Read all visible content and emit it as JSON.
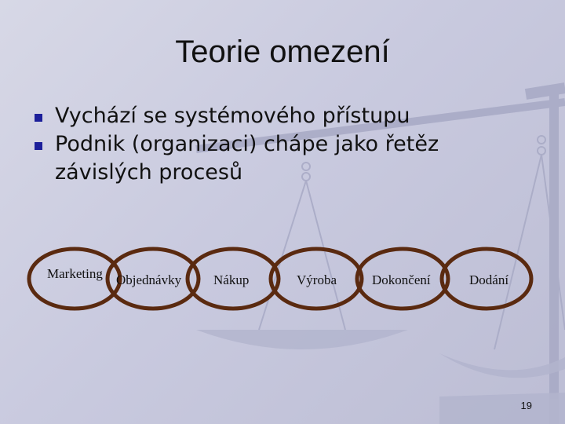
{
  "slide": {
    "title": "Teorie omezení",
    "bullets": [
      "Vychází se systémového přístupu",
      "Podnik (organizaci) chápe jako řetěz závislých procesů"
    ],
    "chain": [
      "Marketing",
      "Objednávky",
      "Nákup",
      "Výroba",
      "Dokončení",
      "Dodání"
    ],
    "page_number": "19"
  },
  "colors": {
    "bullet": "#1c1f9a",
    "ring": "#5a2a10"
  },
  "icons": {
    "background": "balance-scale-icon"
  }
}
